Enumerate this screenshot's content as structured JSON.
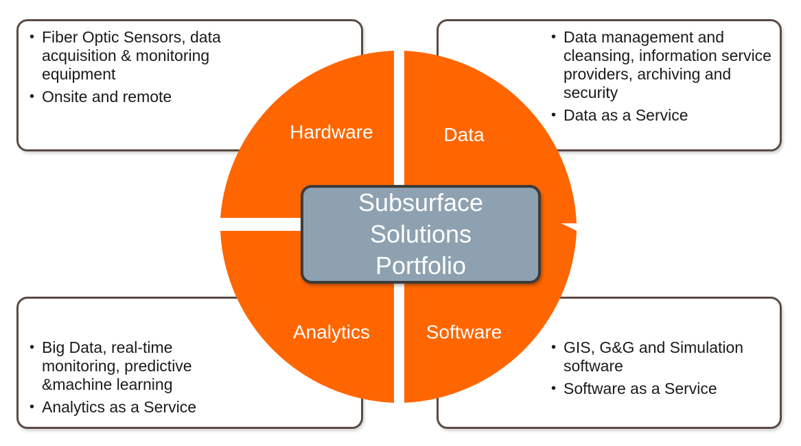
{
  "center": {
    "line1": "Subsurface",
    "line2": "Solutions",
    "line3": "Portfolio"
  },
  "quadrants": {
    "hardware": "Hardware",
    "data": "Data",
    "analytics": "Analytics",
    "software": "Software"
  },
  "boxes": {
    "hardware": [
      "Fiber Optic Sensors, data acquisition & monitoring equipment",
      "Onsite and remote"
    ],
    "data": [
      "Data management and cleansing, information service providers, archiving and security",
      "Data as a Service"
    ],
    "analytics": [
      "Big Data, real-time monitoring, predictive &machine learning",
      "Analytics as a Service"
    ],
    "software": [
      "GIS, G&G and Simulation software",
      "Software as a Service"
    ]
  },
  "colors": {
    "wheel": "#ff6600",
    "center_fill": "#8ea1b1",
    "box_border": "#5a4a42"
  }
}
